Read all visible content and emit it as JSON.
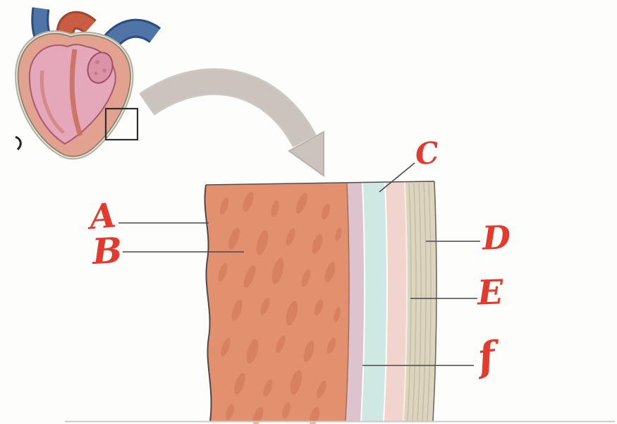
{
  "labels": {
    "a": "A",
    "b": "B",
    "c": "C",
    "d": "D",
    "e": "E",
    "f": "f"
  },
  "icons": {
    "heart": "heart-cross-section-illustration",
    "arrow": "magnified-view-arrow",
    "zoom_box": "zoom-region-box"
  },
  "colors": {
    "label_red": "#E23B2E",
    "leader_line": "#4A4A4A",
    "myocardium": "#E2906E",
    "myocardium_spot": "#CE7454",
    "layer_mauve": "#DCC3CD",
    "layer_blue": "#CFE8E3",
    "layer_pink": "#F2D4CE",
    "layer_beige": "#DBD4BF",
    "beige_striation": "#BDB59D",
    "arrow_gray": "#CBC4BE",
    "arrow_gray_edge": "#B9B1AB",
    "heart_outer": "#E3A28F",
    "heart_inner_pink": "#E5A8BA",
    "vessel_blue": "#4F74A8",
    "vessel_blue_dark": "#2B4D7D",
    "aorta_red": "#C95D42",
    "aorta_red_dark": "#9E4630",
    "page_edge": "#C9C9C9"
  }
}
